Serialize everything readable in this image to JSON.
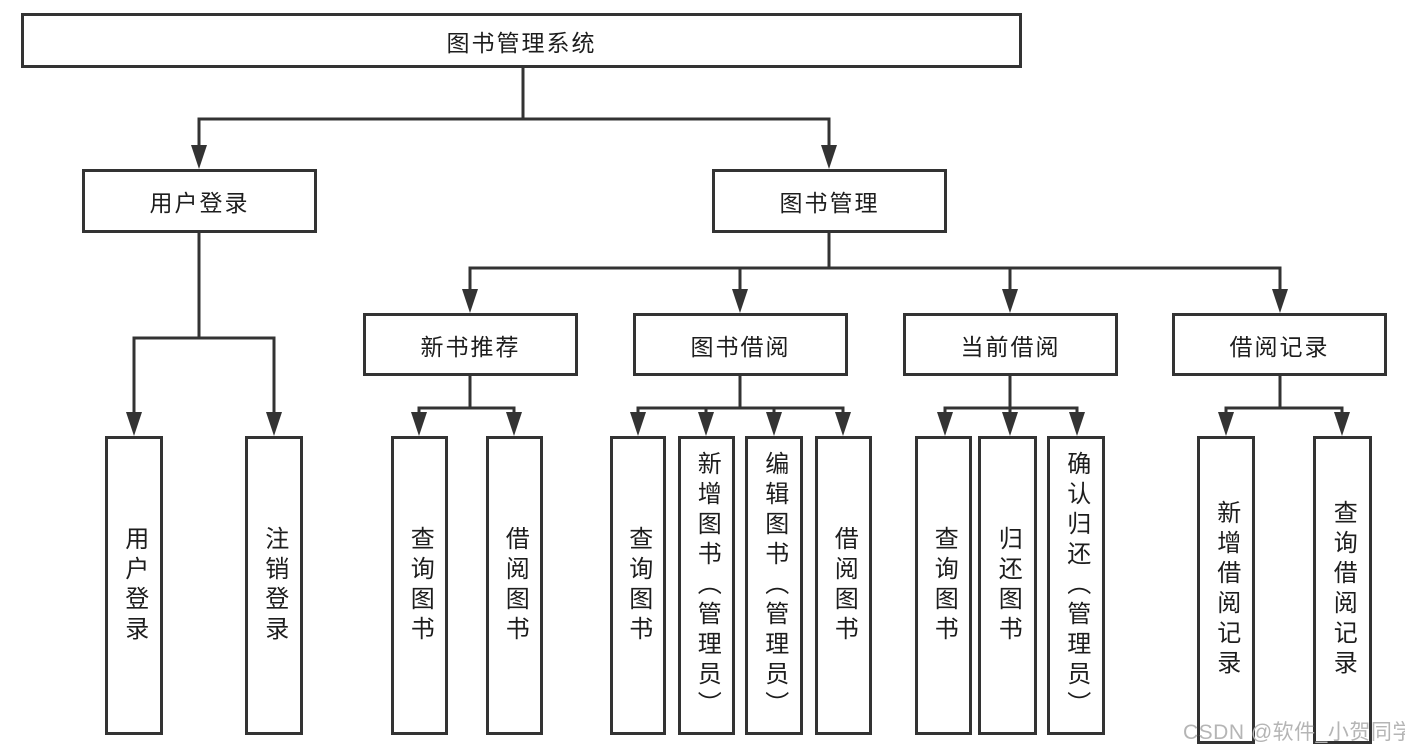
{
  "tree": {
    "root": {
      "label": "图书管理系统"
    },
    "branches": [
      {
        "label": "用户登录",
        "children": [
          {
            "label": "用户登录"
          },
          {
            "label": "注销登录"
          }
        ]
      },
      {
        "label": "图书管理",
        "children": [
          {
            "label": "新书推荐",
            "children": [
              {
                "label": "查询图书"
              },
              {
                "label": "借阅图书"
              }
            ]
          },
          {
            "label": "图书借阅",
            "children": [
              {
                "label": "查询图书"
              },
              {
                "label": "新增图书（管理员）"
              },
              {
                "label": "编辑图书（管理员）"
              },
              {
                "label": "借阅图书"
              }
            ]
          },
          {
            "label": "当前借阅",
            "children": [
              {
                "label": "查询图书"
              },
              {
                "label": "归还图书"
              },
              {
                "label": "确认归还（管理员）"
              }
            ]
          },
          {
            "label": "借阅记录",
            "children": [
              {
                "label": "新增借阅记录"
              },
              {
                "label": "查询借阅记录"
              }
            ]
          }
        ]
      }
    ]
  },
  "watermark": {
    "text": "CSDN @软件_小贺同学"
  },
  "colors": {
    "line": "#333333",
    "text": "#1d1d1d",
    "watermark": "#b5b5b5",
    "background": "#ffffff"
  }
}
